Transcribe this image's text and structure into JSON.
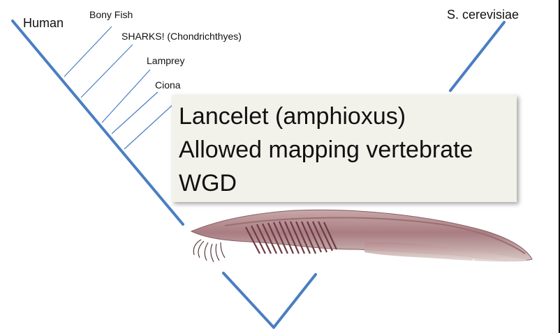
{
  "taxa": {
    "human": "Human",
    "bony_fish": "Bony Fish",
    "sharks": "SHARKS! (Chondrichthyes)",
    "lamprey": "Lamprey",
    "ciona": "Ciona",
    "yeast": "S. cerevisiae"
  },
  "callout": {
    "line1": "Lancelet (amphioxus)",
    "line2": "Allowed mapping vertebrate",
    "line3": "WGD"
  },
  "colors": {
    "tree_line": "#4a7ec2",
    "callout_bg": "#f3f2ea"
  }
}
